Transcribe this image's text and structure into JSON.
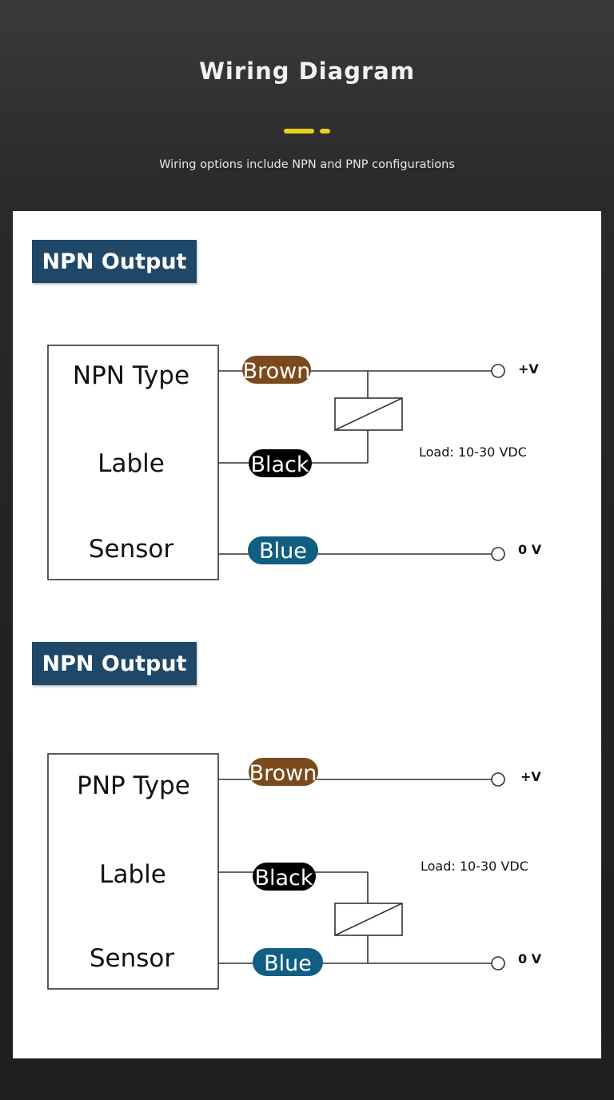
{
  "header": {
    "title": "Wiring Diagram",
    "subtitle": "Wiring options include NPN and PNP configurations"
  },
  "colors": {
    "background": "#2a2a2a",
    "accent": "#e6d21f",
    "banner": "#1e4768",
    "brown": "#7a4a1c",
    "black": "#000000",
    "blue": "#115e83"
  },
  "diagrams": [
    {
      "banner": "NPN Output",
      "box_lines": [
        "NPN Type",
        "Lable",
        "Sensor"
      ],
      "wires": {
        "brown": "Brown",
        "black": "Black",
        "blue": "Blue"
      },
      "terminals": {
        "positive": "+V",
        "zero": "0 V"
      },
      "load": "Load: 10-30 VDC"
    },
    {
      "banner": "NPN Output",
      "box_lines": [
        "PNP Type",
        "Lable",
        "Sensor"
      ],
      "wires": {
        "brown": "Brown",
        "black": "Black",
        "blue": "Blue"
      },
      "terminals": {
        "positive": "+V",
        "zero": "0 V"
      },
      "load": "Load: 10-30 VDC"
    }
  ]
}
